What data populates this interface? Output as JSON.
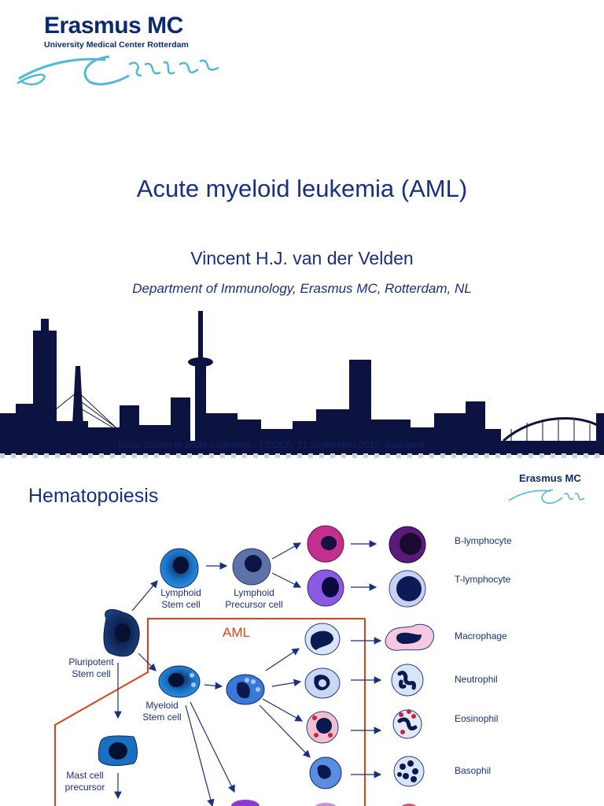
{
  "colors": {
    "navy": "#1a2f82",
    "accent_red": "#e0401a",
    "logo_swirl": "#4fb9d6"
  },
  "slide1": {
    "logo_name": "Erasmus MC",
    "logo_sub": "University Medical Center Rotterdam",
    "title": "Acute myeloid leukemia (AML)",
    "author": "Vincent H.J. van der Velden",
    "department": "Department of Immunology, Erasmus MC, Rotterdam, NL",
    "footer": "Basic course in acute Leukemia - ESCCA, 11 September 2012, Budapest"
  },
  "slide2": {
    "title": "Hematopoiesis",
    "logo_name": "Erasmus MC",
    "aml_label": "AML",
    "cells": {
      "lymphoid_stem": "Lymphoid\nStem cell",
      "lymphoid_precursor": "Lymphoid\nPrecursor cell",
      "pluripotent": "Pluripotent\nStem cell",
      "myeloid_stem": "Myeloid\nStem cell",
      "mast_precursor": "Mast cell\nprecursor"
    },
    "outputs": [
      "B-lymphocyte",
      "T-lymphocyte",
      "Macrophage",
      "Neutrophil",
      "Eosinophil",
      "Basophil"
    ]
  }
}
